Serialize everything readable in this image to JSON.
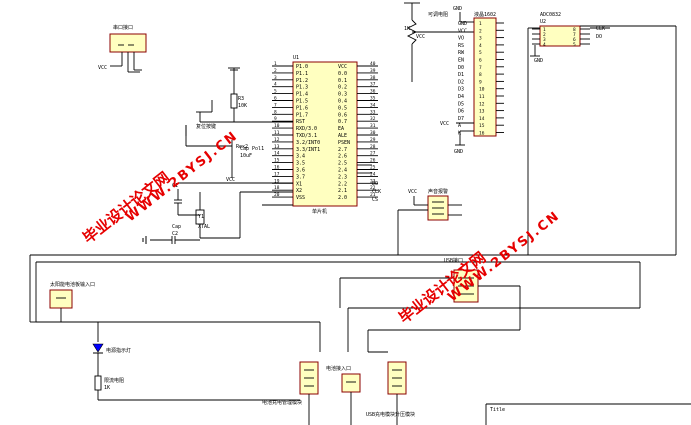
{
  "labels": {
    "serial_port": "串口接口",
    "vcc": "VCC",
    "gnd": "GND",
    "u1_ref": "U1",
    "u1_caption": "单片机",
    "r3": "R3",
    "r3_val": "10K",
    "reset_key": "复位按键",
    "rex2": "Rex2",
    "cap_pol": "Cap Pol1",
    "cap_pol_val": "10uF",
    "c1": "C1",
    "cap": "Cap",
    "c2": "C2",
    "y1": "Y1",
    "xtal": "XTAL",
    "pot": "可调电阻",
    "pot_val": "1K",
    "lcd_title": "液晶1602",
    "adc_title": "ADC0832",
    "adc_ref": "U2",
    "clk": "CLK",
    "do": "DO",
    "cs": "CS",
    "sound_buzzer": "声音报警",
    "usb_interface": "USB接口",
    "solar_input": "太阳能电池板输入口",
    "power_led": "电源指示灯",
    "current_limit": "限流电阻",
    "current_limit_val": "1K",
    "battery_module": "电池充电管理模块",
    "battery_input": "电池接入口",
    "usb_boost": "USB充电模块升压模块",
    "title_block": "Title",
    "watermark_cn": "毕业设计论文网",
    "watermark_url": "WWW.2BYSJ.CN"
  },
  "u1_left_pins": [
    "RST",
    "RXD",
    "TXD",
    "INT0",
    "INT1",
    "P1.0",
    "P1.1",
    "P1.2",
    "P1.3",
    "P1.4",
    "P1.5",
    "P1.6",
    "P1.7",
    "RST",
    "RXD/3.0",
    "TXD/3.1",
    "3.2/INT0",
    "3.3/INT1",
    "3.4",
    "3.5",
    "3.6",
    "3.7",
    "X1",
    "X2",
    "VSS"
  ],
  "u1_left_nums": [
    "9",
    "10",
    "11",
    "12",
    "13",
    "1",
    "2",
    "3",
    "4",
    "5",
    "6",
    "7",
    "8",
    "9",
    "10",
    "11",
    "12",
    "13",
    "14",
    "15",
    "16",
    "17",
    "19",
    "18",
    "20"
  ],
  "u1_right_pins": [
    "VCC",
    "0.0",
    "0.1",
    "0.2",
    "0.3",
    "0.4",
    "0.5",
    "0.6",
    "0.7",
    "EA",
    "ALE",
    "PSEN",
    "2.7",
    "2.6",
    "2.5",
    "2.4",
    "2.3",
    "2.2",
    "2.1",
    "2.0"
  ],
  "u1_right_nums": [
    "40",
    "39",
    "38",
    "37",
    "36",
    "35",
    "34",
    "33",
    "32",
    "31",
    "30",
    "29",
    "28",
    "27",
    "26",
    "25",
    "24",
    "23",
    "22",
    "21"
  ],
  "lcd_pins": [
    "GND",
    "VCC",
    "VO",
    "RS",
    "RW",
    "EN",
    "D0",
    "D1",
    "D2",
    "D3",
    "D4",
    "D5",
    "D6",
    "D7",
    "A",
    "K"
  ],
  "adc_pins_left": [
    "1",
    "2",
    "3",
    "4"
  ],
  "adc_pins_right": [
    "8",
    "7",
    "6",
    "5"
  ]
}
